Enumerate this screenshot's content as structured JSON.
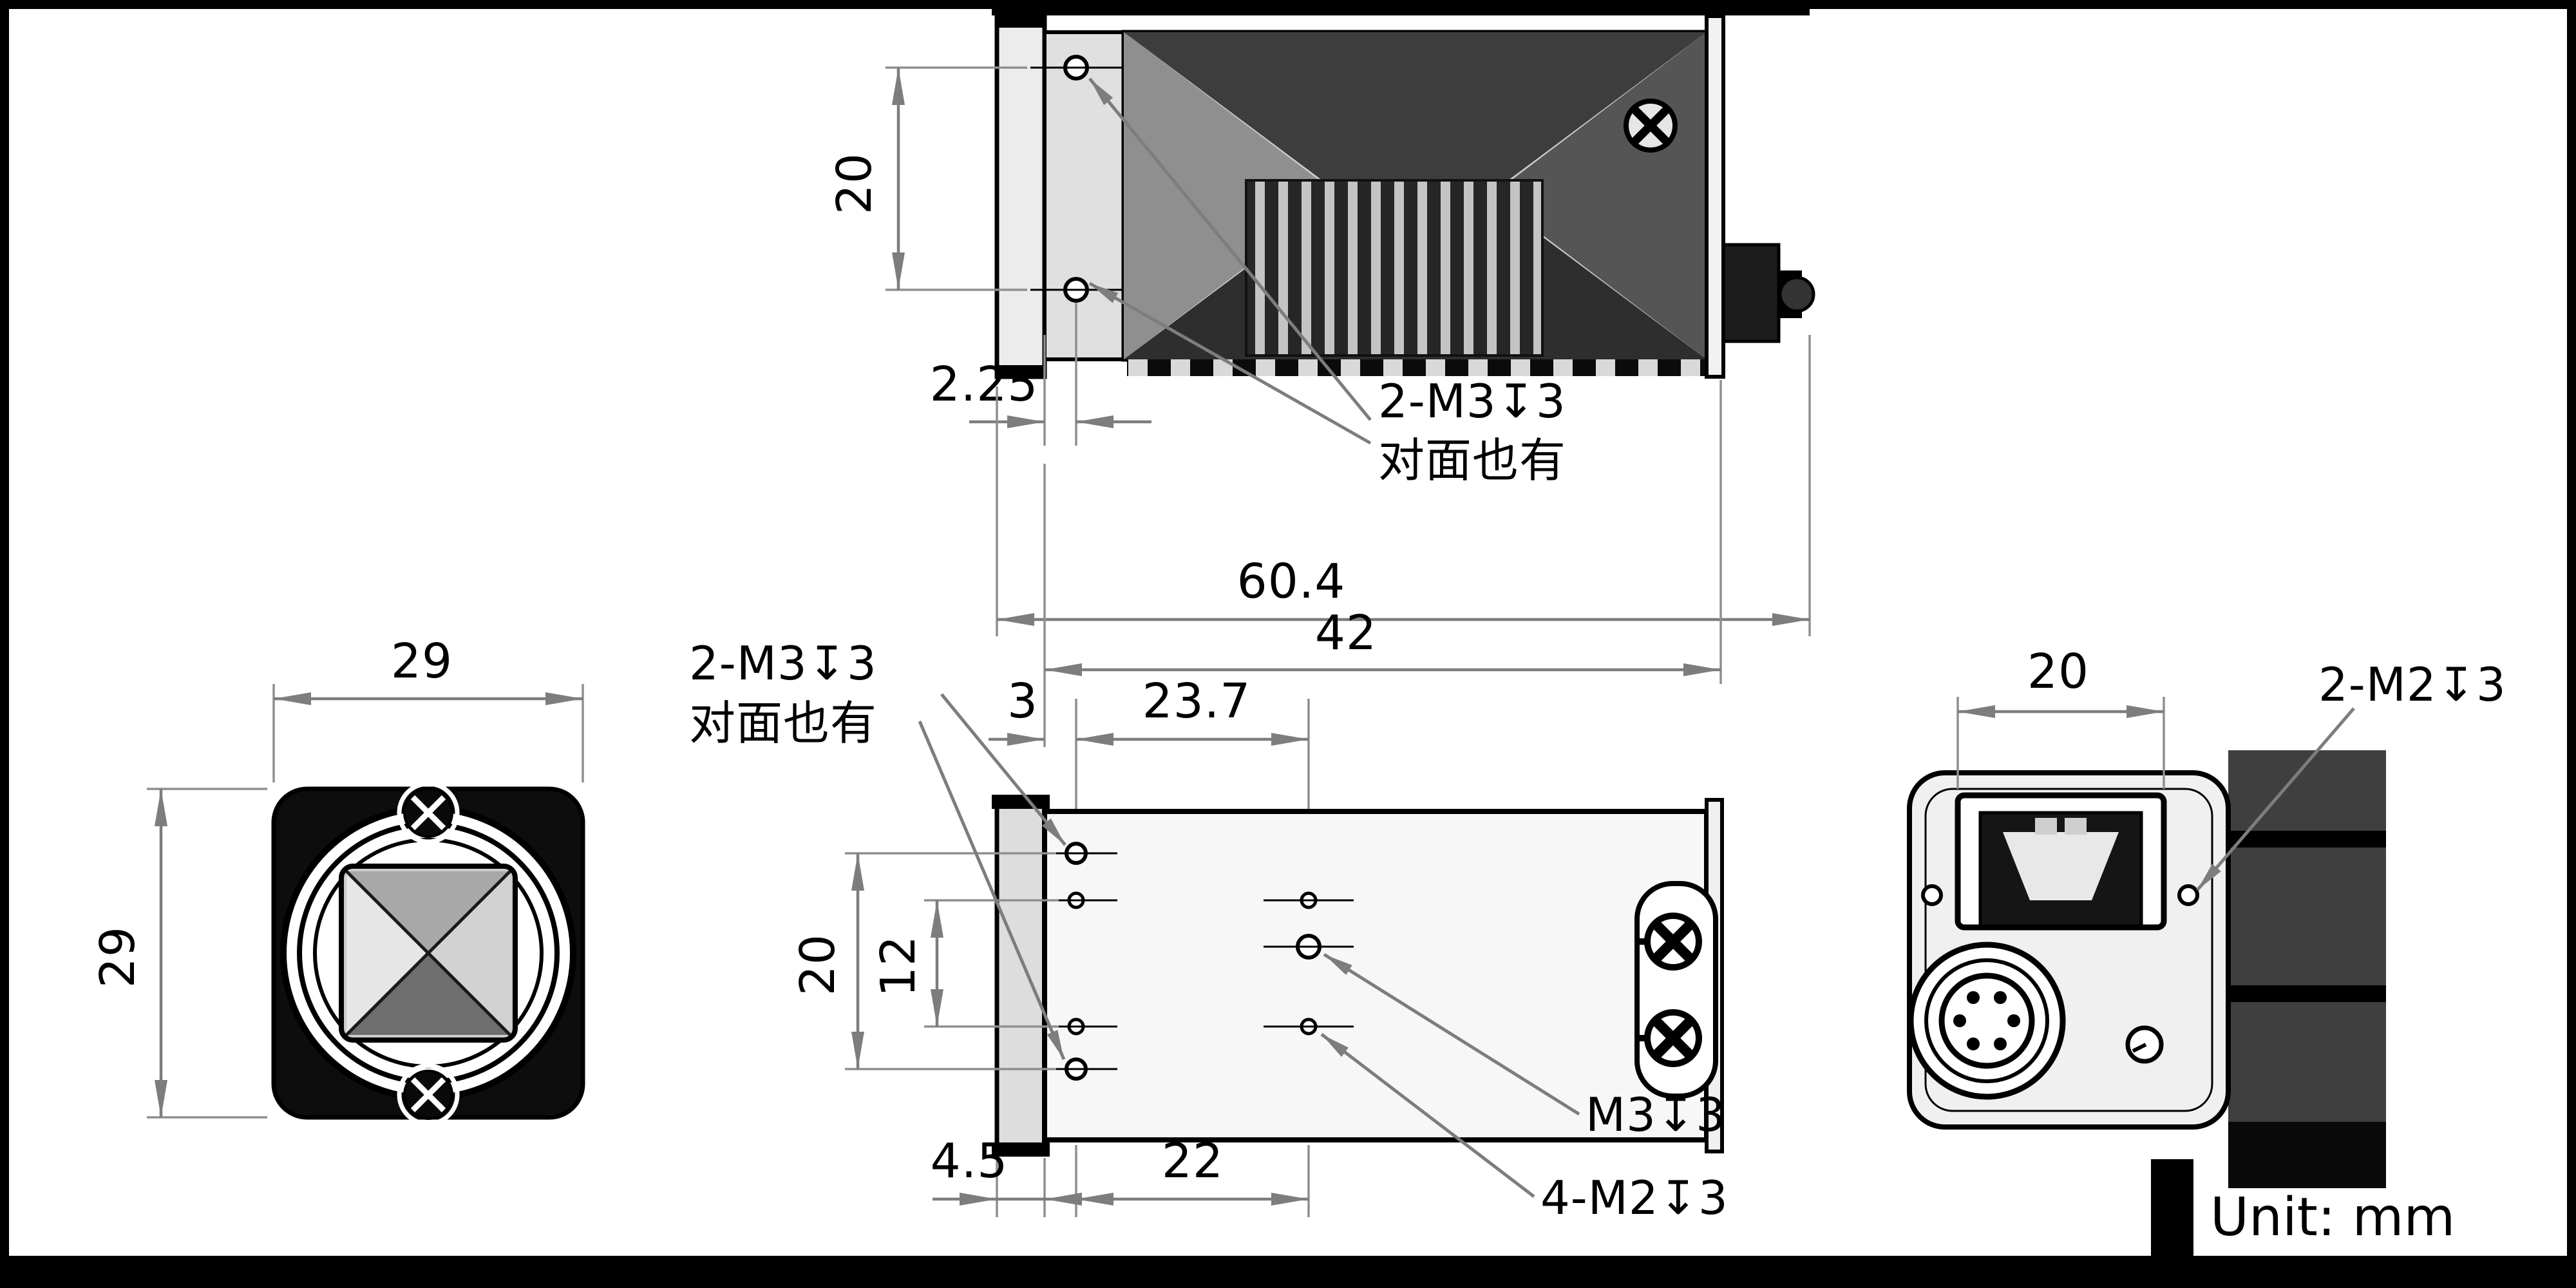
{
  "drawing": {
    "unit_label": "Unit: mm",
    "top_view": {
      "dim_hole_spacing": "20",
      "dim_hole_offset": "2.25",
      "thread_note_line1": "2-M3↧3",
      "thread_note_line2": "对面也有"
    },
    "dim_stack": {
      "overall_length": "60.4",
      "body_length": "42",
      "hole_span": "23.7",
      "front_hole_offset": "3"
    },
    "front_view": {
      "dim_width": "29",
      "dim_height": "29"
    },
    "side_view": {
      "dim_hole_spacing_outer": "20",
      "dim_hole_spacing_inner": "12",
      "dim_flange_thickness": "4.5",
      "dim_hole_columns": "22",
      "center_thread_note": "M3↧3",
      "corner_thread_note": "4-M2↧3",
      "left_thread_note_line1": "2-M3↧3",
      "left_thread_note_line2": "对面也有"
    },
    "rear_view": {
      "dim_connector_width": "20",
      "thread_note": "2-M2↧3"
    }
  }
}
